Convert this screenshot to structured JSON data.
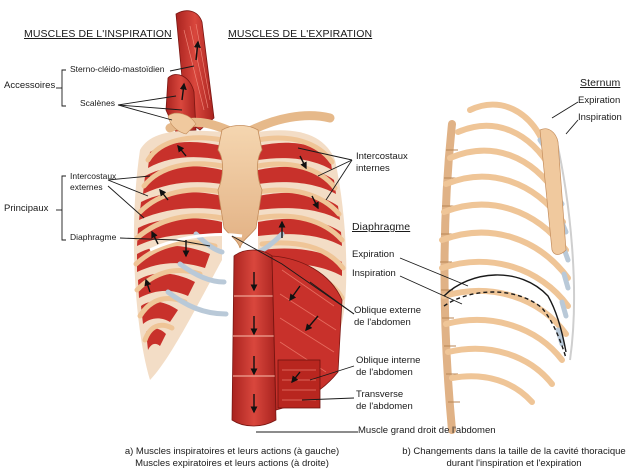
{
  "headers": {
    "inspiration": "MUSCLES DE L'INSPIRATION",
    "expiration": "MUSCLES DE L'EXPIRATION",
    "sternum": "Sternum",
    "diaphragme": "Diaphragme"
  },
  "groups": {
    "accessoires": "Accessoires",
    "principaux": "Principaux"
  },
  "labels": {
    "sterno": "Sterno-cléido-mastoïdien",
    "scalenes": "Scalènes",
    "intercostaux_externes_1": "Intercostaux",
    "intercostaux_externes_2": "externes",
    "diaphragme_muscle": "Diaphragme",
    "intercostaux_internes_1": "Intercostaux",
    "intercostaux_internes_2": "internes",
    "oblique_externe_1": "Oblique externe",
    "oblique_externe_2": "de l'abdomen",
    "oblique_interne_1": "Oblique interne",
    "oblique_interne_2": "de l'abdomen",
    "transverse_1": "Transverse",
    "transverse_2": "de l'abdomen",
    "grand_droit": "Muscle grand droit de l'abdomen",
    "sternum_expiration": "Expiration",
    "sternum_inspiration": "Inspiration",
    "diaph_expiration": "Expiration",
    "diaph_inspiration": "Inspiration"
  },
  "captions": {
    "a_line1": "a) Muscles inspiratoires et leurs actions (à gauche)",
    "a_line2": "Muscles expiratoires et leurs actions (à droite)",
    "b_line1": "b) Changements dans la taille de la cavité thoracique",
    "b_line2": "durant l'inspiration et l'expiration"
  },
  "colors": {
    "muscle": "#c8312b",
    "muscle_light": "#e3685c",
    "bone": "#f0c99e",
    "bone_dark": "#d9a574",
    "cartilage": "#b9c9d8",
    "line": "#1a1a1a"
  }
}
